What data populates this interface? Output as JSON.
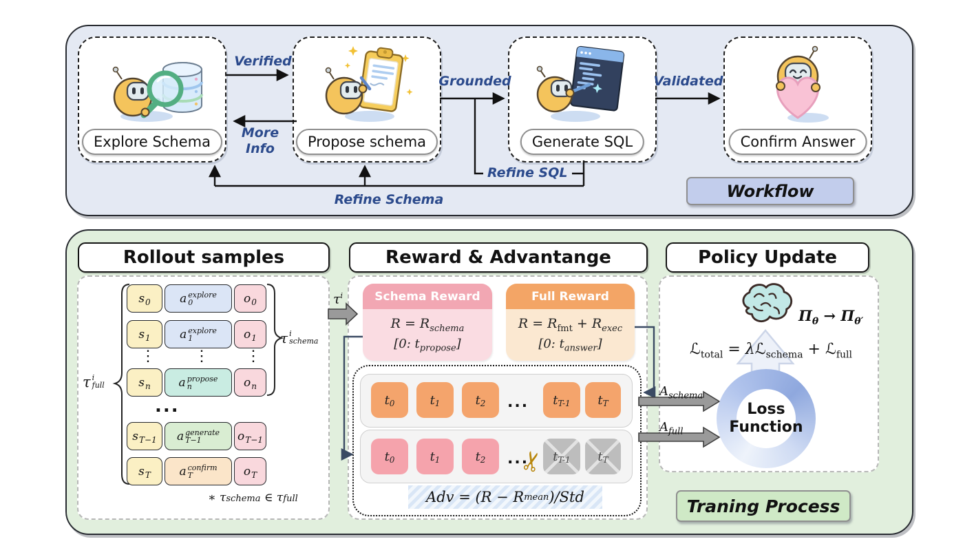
{
  "workflow": {
    "badge": "Workflow",
    "nodes": [
      {
        "label": "Explore Schema"
      },
      {
        "label": "Propose schema"
      },
      {
        "label": "Generate SQL"
      },
      {
        "label": "Confirm Answer"
      }
    ],
    "edges": {
      "verified": "Verified",
      "more": "More",
      "info": "Info",
      "grounded": "Grounded",
      "validated": "Validated",
      "refine_sql": "Refine SQL",
      "refine_schema": "Refine Schema"
    }
  },
  "training": {
    "badge": "Traning Process",
    "headers": {
      "rollout": "Rollout samples",
      "reward": "Reward & Advantange",
      "policy": "Policy Update"
    },
    "rollout": {
      "tau_full": {
        "base": "τ",
        "sup": "i",
        "sub": "full"
      },
      "tau_schema": {
        "base": "τ",
        "sup": "i",
        "sub": "schema"
      },
      "tau_arrow": {
        "base": "τ",
        "sup": "i"
      },
      "vdots": "⋮",
      "ellipsis": "...",
      "rows": [
        {
          "s_base": "s",
          "s_sub": "0",
          "a_base": "a",
          "a_sub": "0",
          "a_sup": "explore",
          "o_base": "o",
          "o_sub": "0"
        },
        {
          "s_base": "s",
          "s_sub": "1",
          "a_base": "a",
          "a_sub": "1",
          "a_sup": "explore",
          "o_base": "o",
          "o_sub": "1"
        },
        {
          "s_base": "s",
          "s_sub": "n",
          "a_base": "a",
          "a_sub": "n",
          "a_sup": "propose",
          "o_base": "o",
          "o_sub": "n"
        },
        {
          "s_base": "s",
          "s_sub": "T−1",
          "a_base": "a",
          "a_sub": "T−1",
          "a_sup": "generate",
          "o_base": "o",
          "o_sub": "T−1"
        },
        {
          "s_base": "s",
          "s_sub": "T",
          "a_base": "a",
          "a_sub": "T",
          "a_sup": "confirm",
          "o_base": "o",
          "o_sub": "T"
        }
      ],
      "note": {
        "star": "∗ ",
        "tau1": "τ",
        "tau1_sub": "schema",
        "rel": " ∈ ",
        "tau2": "τ",
        "tau2_sub": "full"
      }
    },
    "reward": {
      "schema_card": {
        "title": "Schema Reward",
        "f_p1": "R = R",
        "f_sub1": "schema",
        "r_p1": "[0: t",
        "r_sub": "propose",
        "r_p2": "]"
      },
      "full_card": {
        "title": "Full Reward",
        "f_p1": "R = R",
        "f_sub1": "fmt",
        "f_p2": " + R",
        "f_sub2": "exec",
        "r_p1": "[0: t",
        "r_sub": "answer",
        "r_p2": "]"
      },
      "tokens": [
        {
          "base": "t",
          "sub": "0"
        },
        {
          "base": "t",
          "sub": "1"
        },
        {
          "base": "t",
          "sub": "2"
        },
        {
          "base": "t",
          "sub": "T-1"
        },
        {
          "base": "t",
          "sub": "T"
        }
      ],
      "row_ellipsis": "...",
      "adv": {
        "p1": "Adv = (R − R",
        "sub1": "mean",
        "p2": ")/Std"
      },
      "a_schema": {
        "base": "A",
        "sub": "schema"
      },
      "a_full": {
        "base": "A",
        "sub": "full"
      }
    },
    "policy": {
      "pi": {
        "p1": "Π",
        "sub1": "θ",
        "arrow": " → ",
        "p2": "Π",
        "sub2": "θ′"
      },
      "loss": {
        "l1": "ℒ",
        "s1": "total",
        "eq": " = λ",
        "l2": "ℒ",
        "s2": "schema",
        "plus": " + ",
        "l3": "ℒ",
        "s3": "full"
      },
      "ring": {
        "line1": "Loss",
        "line2": "Function"
      }
    }
  },
  "icons": {
    "scissors": "✂"
  },
  "colors": {
    "workflow_bg": "#e4e9f3",
    "training_bg": "#e1efdd",
    "edge_label": "#2b4a8c",
    "workflow_badge_bg": "#c2cdec",
    "training_badge_bg": "#cfe9c6",
    "schema_reward_header": "#f2a7b3",
    "schema_reward_body": "#fadce2",
    "full_reward_header": "#f3a566",
    "full_reward_body": "#fbe8d1",
    "token_orange": "#f4a46c",
    "token_pink": "#f5a3ac",
    "token_masked": "#bdbdbd",
    "state_box": "#fbf0c4",
    "action_explore": "#dbe5f6",
    "action_propose": "#c9ece2",
    "action_generate": "#d9edd2",
    "action_confirm": "#fbe5c9",
    "observation_box": "#f9d8dd",
    "ring_blue": "#b0c3ec",
    "brain_teal": "#c2e8e6"
  }
}
